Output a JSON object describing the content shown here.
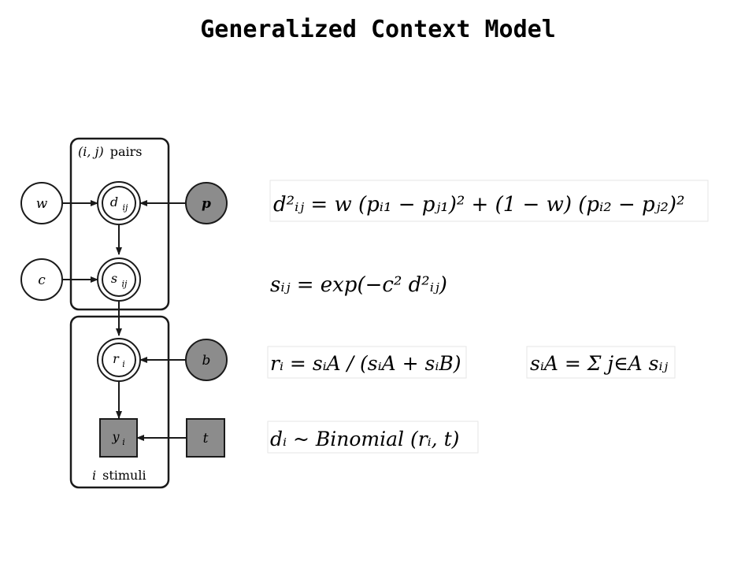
{
  "title": "Generalized Context Model",
  "diagram": {
    "plate_pairs_label": {
      "index": "(i, j)",
      "word": "pairs"
    },
    "plate_stimuli_label": {
      "index": "i",
      "word": "stimuli"
    },
    "nodes": {
      "w": "w",
      "c": "c",
      "p": "p",
      "b": "b",
      "t": "t",
      "d": {
        "base": "d",
        "sub": "ij"
      },
      "s": {
        "base": "s",
        "sub": "ij"
      },
      "r": {
        "base": "r",
        "sub": "i"
      },
      "y": {
        "base": "y",
        "sub": "i"
      }
    }
  },
  "equations": {
    "distance": "d²ᵢⱼ = w (pᵢ₁ − pⱼ₁)² + (1 − w) (pᵢ₂ − pⱼ₂)²",
    "similarity": "sᵢⱼ = exp(−c² d²ᵢⱼ)",
    "response": "rᵢ = sᵢA / (sᵢA + sᵢB)",
    "sum": "sᵢA = Σ j∈A sᵢⱼ",
    "binomial": "dᵢ ~ Binomial (rᵢ, t)"
  },
  "colors": {
    "observed": "#8c8c8c",
    "line": "#1a1a1a"
  }
}
